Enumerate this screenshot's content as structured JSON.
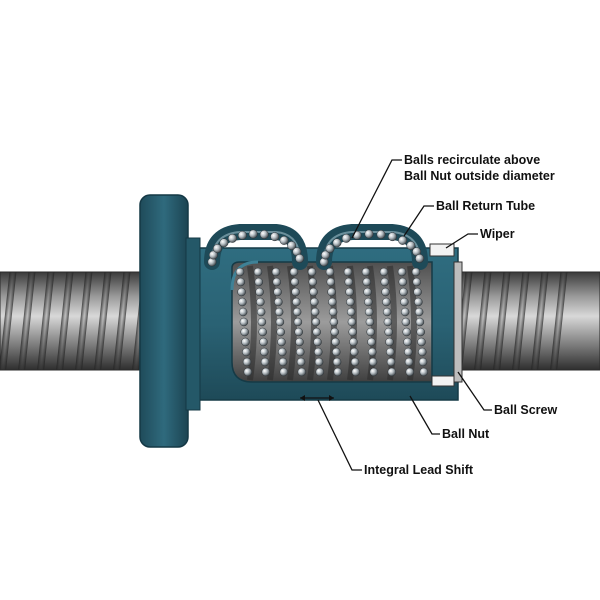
{
  "diagram": {
    "labels": {
      "balls_recirculate_line1": "Balls recirculate above",
      "balls_recirculate_line2": "Ball Nut outside diameter",
      "ball_return_tube": "Ball Return Tube",
      "wiper": "Wiper",
      "ball_screw": "Ball Screw",
      "ball_nut": "Ball Nut",
      "integral_lead_shift": "Integral Lead Shift"
    },
    "colors": {
      "background": "#ffffff",
      "nut_teal": "#2c6375",
      "nut_teal_dark": "#1d4655",
      "screw_steel": "#7d7d7d",
      "ball_steel": "#c9cfd3",
      "wiper_white": "#f2f2f2",
      "label_text": "#111111"
    }
  }
}
